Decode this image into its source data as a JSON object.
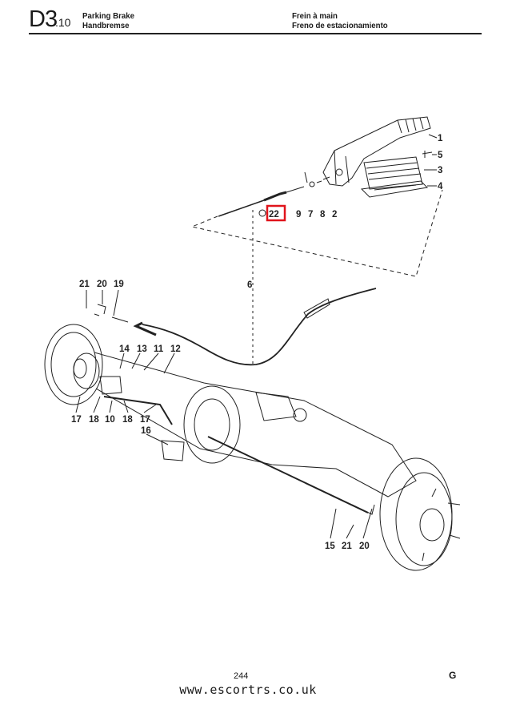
{
  "header": {
    "section_code": "D3",
    "section_sub": ".10",
    "title_en": "Parking Brake",
    "title_de": "Handbremse",
    "title_fr": "Frein à main",
    "title_es": "Freno de estacionamiento"
  },
  "callouts": {
    "c1": "1",
    "c5": "5",
    "c3": "3",
    "c4": "4",
    "c22": "22",
    "c9": "9",
    "c7": "7",
    "c8": "8",
    "c2": "2",
    "c6": "6",
    "c21a": "21",
    "c20a": "20",
    "c19": "19",
    "c14": "14",
    "c13": "13",
    "c11": "11",
    "c12": "12",
    "c17a": "17",
    "c18a": "18",
    "c10": "10",
    "c18b": "18",
    "c17b": "17",
    "c16": "16",
    "c15": "15",
    "c21b": "21",
    "c20b": "20"
  },
  "highlight": {
    "label": "22",
    "color": "#e0141b"
  },
  "footer": {
    "page_number": "244",
    "letter": "G",
    "url": "www.escortrs.co.uk"
  }
}
